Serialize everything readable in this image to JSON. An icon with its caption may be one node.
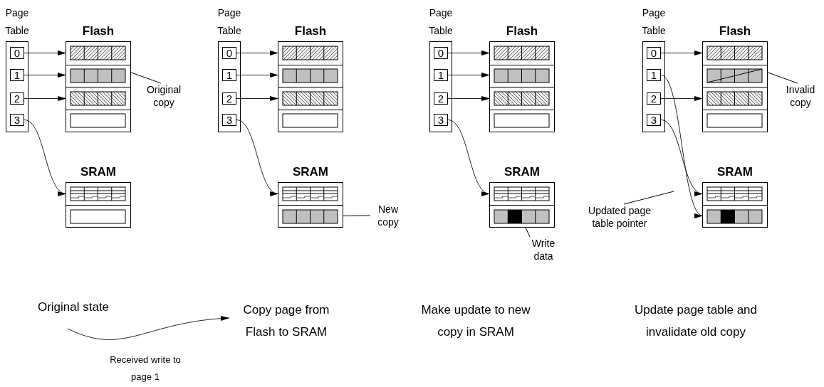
{
  "diagram": {
    "nodes": [
      {
        "text": [
          "Page Table"
        ]
      },
      {
        "text": [
          "0"
        ],
        "in": 0
      },
      {
        "text": [
          "1"
        ],
        "in": 0
      },
      {
        "text": [
          "2"
        ],
        "in": 0
      },
      {
        "text": [
          "3"
        ],
        "in": 0
      },
      {
        "text": [
          "Flash"
        ]
      },
      {
        "text": [],
        "shape": "box",
        "in": 5
      },
      {
        "text": [],
        "shape": "box",
        "in": 5
      },
      {
        "text": [],
        "shape": "box",
        "in": 5
      },
      {
        "text": [],
        "shape": "box",
        "in": 5
      },
      {
        "text": [
          "SRAM"
        ]
      },
      {
        "text": [],
        "shape": "box",
        "in": 10
      },
      {
        "text": [],
        "shape": "box",
        "in": 10
      },
      {
        "text": [
          "Original copy"
        ]
      },
      {
        "text": [
          "Page Table"
        ]
      },
      {
        "text": [
          "0"
        ],
        "in": 14
      },
      {
        "text": [
          "1"
        ],
        "in": 14
      },
      {
        "text": [
          "2"
        ],
        "in": 14
      },
      {
        "text": [
          "3"
        ],
        "in": 14
      },
      {
        "text": [
          "Flash"
        ]
      },
      {
        "text": [],
        "shape": "box",
        "in": 19
      },
      {
        "text": [],
        "shape": "box",
        "in": 19
      },
      {
        "text": [],
        "shape": "box",
        "in": 19
      },
      {
        "text": [],
        "shape": "box",
        "in": 19
      },
      {
        "text": [
          "SRAM"
        ]
      },
      {
        "text": [],
        "shape": "box",
        "in": 24
      },
      {
        "text": [],
        "shape": "box",
        "in": 24
      },
      {
        "text": [
          "New copy"
        ]
      },
      {
        "text": [
          "Page Table"
        ]
      },
      {
        "text": [
          "0"
        ],
        "in": 28
      },
      {
        "text": [
          "1"
        ],
        "in": 28
      },
      {
        "text": [
          "2"
        ],
        "in": 28
      },
      {
        "text": [
          "3"
        ],
        "in": 28
      },
      {
        "text": [
          "Flash"
        ]
      },
      {
        "text": [],
        "shape": "box",
        "in": 33
      },
      {
        "text": [],
        "shape": "box",
        "in": 33
      },
      {
        "text": [],
        "shape": "box",
        "in": 33
      },
      {
        "text": [],
        "shape": "box",
        "in": 33
      },
      {
        "text": [
          "SRAM"
        ]
      },
      {
        "text": [],
        "shape": "box",
        "in": 38
      },
      {
        "text": [],
        "shape": "box",
        "in": 38
      },
      {
        "text": [
          "Write data"
        ]
      },
      {
        "text": [
          "Page Table"
        ]
      },
      {
        "text": [
          "0"
        ],
        "in": 42
      },
      {
        "text": [
          "1"
        ],
        "in": 42
      },
      {
        "text": [
          "2"
        ],
        "in": 42
      },
      {
        "text": [
          "3"
        ],
        "in": 42
      },
      {
        "text": [
          "Flash"
        ]
      },
      {
        "text": [],
        "shape": "box",
        "in": 47
      },
      {
        "text": [],
        "shape": "box",
        "in": 47
      },
      {
        "text": [],
        "shape": "box",
        "in": 47
      },
      {
        "text": [],
        "shape": "box",
        "in": 47
      },
      {
        "text": [
          "SRAM"
        ]
      },
      {
        "text": [],
        "shape": "box",
        "in": 52
      },
      {
        "text": [],
        "shape": "box",
        "in": 52
      },
      {
        "text": [
          "Invalid copy"
        ]
      },
      {
        "text": [
          "Updated page table pointer"
        ]
      },
      {
        "text": [
          "Original state"
        ]
      },
      {
        "text": [
          "Copy page from Flash to SRAM"
        ]
      }
    ],
    "edges": [
      {
        "from": 1,
        "to": 6,
        "arrow": "to"
      },
      {
        "from": 2,
        "to": 7,
        "arrow": "to"
      },
      {
        "from": 3,
        "to": 8,
        "arrow": "to"
      },
      {
        "from": 4,
        "to": 11,
        "arrow": "to"
      },
      {
        "from": 13,
        "to": 7,
        "arrow": "none"
      },
      {
        "from": 15,
        "to": 20,
        "arrow": "to"
      },
      {
        "from": 16,
        "to": 21,
        "arrow": "to"
      },
      {
        "from": 17,
        "to": 22,
        "arrow": "to"
      },
      {
        "from": 18,
        "to": 25,
        "arrow": "to"
      },
      {
        "from": 27,
        "to": 26,
        "arrow": "none"
      },
      {
        "from": 29,
        "to": 34,
        "arrow": "to"
      },
      {
        "from": 30,
        "to": 35,
        "arrow": "to"
      },
      {
        "from": 31,
        "to": 36,
        "arrow": "to"
      },
      {
        "from": 32,
        "to": 39,
        "arrow": "to"
      },
      {
        "from": 41,
        "to": 40,
        "arrow": "none"
      },
      {
        "from": 43,
        "to": 48,
        "arrow": "to"
      },
      {
        "from": 44,
        "to": 54,
        "arrow": "to"
      },
      {
        "from": 45,
        "to": 50,
        "arrow": "to"
      },
      {
        "from": 46,
        "to": 53,
        "arrow": "to"
      },
      {
        "from": 55,
        "to": 49,
        "arrow": "none"
      },
      {
        "from": 56,
        "to": null,
        "arrow": "none"
      },
      {
        "from": 57,
        "to": 58,
        "arrow": "to",
        "label": "Received write to page 1"
      }
    ],
    "labels": [
      "Make update to new copy in SRAM",
      "Update page table and invalidate old copy"
    ]
  }
}
